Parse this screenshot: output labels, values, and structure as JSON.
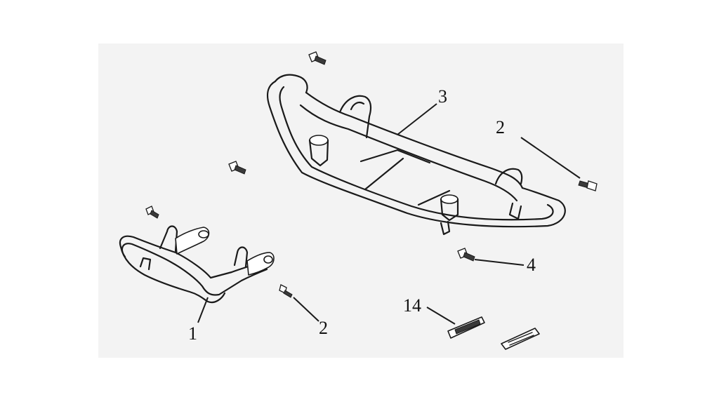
{
  "diagram": {
    "callouts": {
      "item_1": "1",
      "item_2_lower": "2",
      "item_2_upper": "2",
      "item_3": "3",
      "item_4": "4",
      "item_14": "14"
    }
  }
}
